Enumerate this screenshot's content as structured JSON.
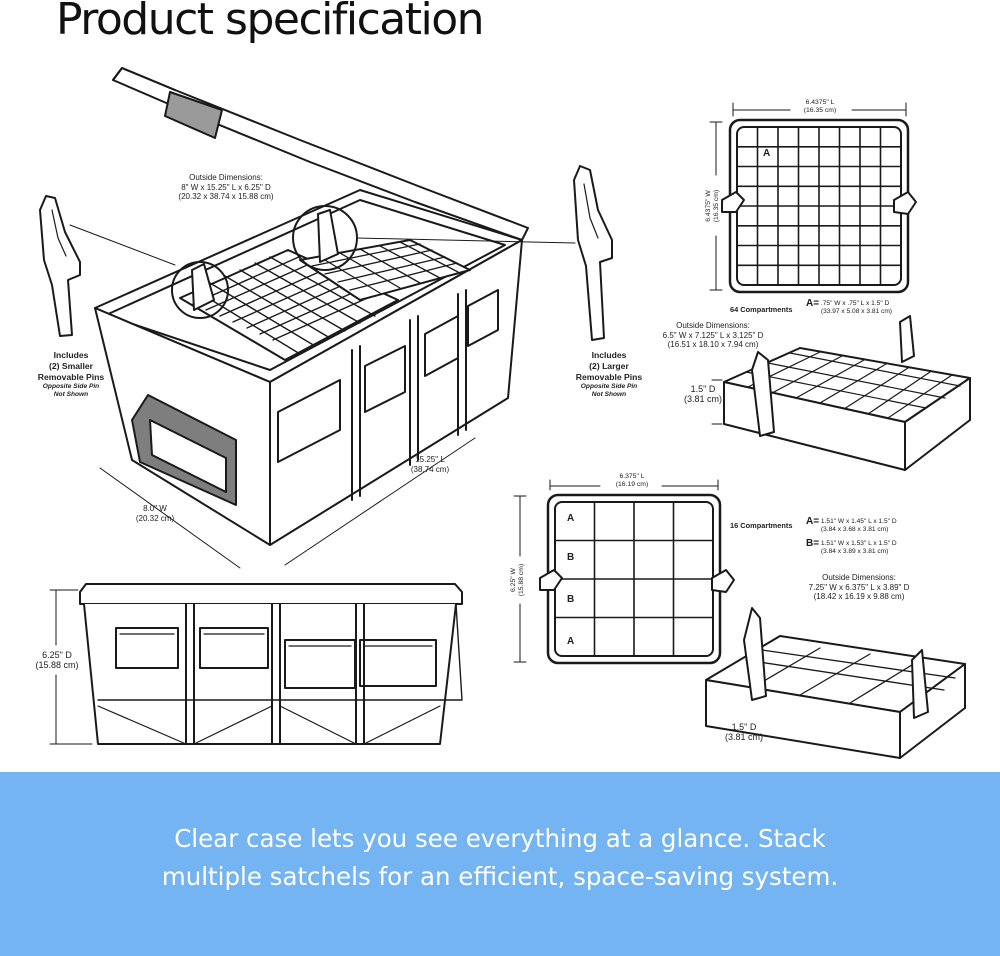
{
  "title": "Product specification",
  "main_box": {
    "outside_dim_title": "Outside Dimensions:",
    "outside_dim_line1": "8\" W x 15.25\" L x 6.25\" D",
    "outside_dim_line2": "(20.32 x 38.74 x 15.88 cm)",
    "length": "15.25\" L",
    "length_cm": "(38.74 cm)",
    "width": "8.0\" W",
    "width_cm": "(20.32 cm)",
    "depth": "6.25\" D",
    "depth_cm": "(15.88 cm)"
  },
  "pins_small": {
    "line1": "Includes",
    "line2": "(2) Smaller",
    "line3": "Removable Pins",
    "note1": "Opposite Side Pin",
    "note2": "Not Shown"
  },
  "pins_large": {
    "line1": "Includes",
    "line2": "(2) Larger",
    "line3": "Removable Pins",
    "note1": "Opposite Side Pin",
    "note2": "Not Shown"
  },
  "tray64": {
    "length": "6.4375\" L",
    "length_cm": "(16.35 cm)",
    "width": "6.4375\" W",
    "width_cm": "(16.35 cm)",
    "cell_label": "A",
    "compartments": "64 Compartments",
    "a_symbol": "A=",
    "a_dims": ".75\" W x .75\" L x 1.5\" D",
    "a_dims_cm": "(33.97 x 5.08 x 3.81 cm)",
    "outside_title": "Outside Dimensions:",
    "outside_line1": "6.5\" W x 7.125\" L x 3.125\" D",
    "outside_line2": "(16.51 x 18.10 x 7.94 cm)",
    "depth": "1.5\" D",
    "depth_cm": "(3.81 cm)"
  },
  "tray16": {
    "length": "6.375\" L",
    "length_cm": "(16.19 cm)",
    "width": "6.25\" W",
    "width_cm": "(15.88 cm)",
    "row_labels": [
      "A",
      "B",
      "B",
      "A"
    ],
    "compartments": "16 Compartments",
    "a_symbol": "A=",
    "a_dims": "1.51\" W x 1.45\" L x 1.5\" D",
    "a_dims_cm": "(3.84 x 3.68 x 3.81 cm)",
    "b_symbol": "B=",
    "b_dims": "1.51\" W x 1.53\" L x 1.5\" D",
    "b_dims_cm": "(3.84 x 3.89 x 3.81 cm)",
    "outside_title": "Outside Dimensions:",
    "outside_line1": "7.25\" W x 6.375\" L x 3.89\" D",
    "outside_line2": "(18.42 x 16.19 x 9.88 cm)",
    "depth": "1.5\" D",
    "depth_cm": "(3.81 cm)"
  },
  "banner": {
    "line1": "Clear case lets you see everything at a glance. Stack",
    "line2": "multiple satchels for an efficient, space-saving system.",
    "color": "#74b4f2"
  }
}
